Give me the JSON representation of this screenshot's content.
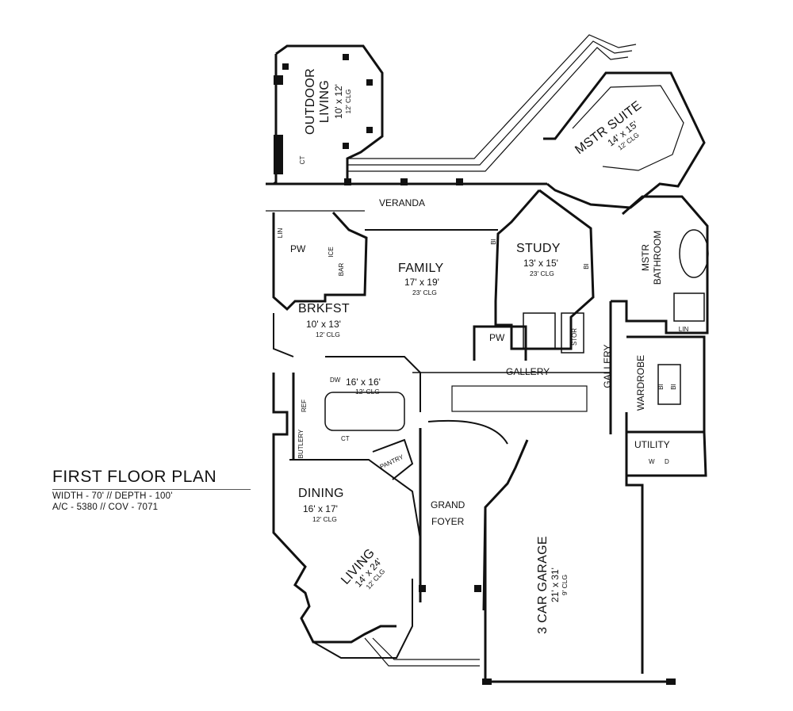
{
  "plan": {
    "title": "FIRST FLOOR PLAN",
    "dims": "WIDTH - 70' // DEPTH - 100'",
    "area": "A/C - 5380 // COV - 7071"
  },
  "rooms": {
    "outdoor": {
      "name1": "OUTDOOR",
      "name2": "LIVING",
      "size": "10' x 12'",
      "clg": "12' CLG"
    },
    "veranda": {
      "name": "VERANDA"
    },
    "mstr_suite": {
      "name": "MSTR SUITE",
      "size": "14' x 15'",
      "clg": "12' CLG"
    },
    "family": {
      "name": "FAMILY",
      "size": "17' x 19'",
      "clg": "23' CLG"
    },
    "study": {
      "name": "STUDY",
      "size": "13' x 15'",
      "clg": "23' CLG"
    },
    "mstr_bath": {
      "name1": "MSTR",
      "name2": "BATHROOM"
    },
    "brkfst": {
      "name": "BRKFST",
      "size": "10' x 13'",
      "clg": "12' CLG"
    },
    "kitchen": {
      "size": "16' x 16'",
      "clg": "12' CLG"
    },
    "gallery_h": {
      "name": "GALLERY"
    },
    "gallery_v": {
      "name": "GALLERY"
    },
    "wardrobe": {
      "name": "WARDROBE"
    },
    "utility": {
      "name": "UTILITY"
    },
    "dining": {
      "name": "DINING",
      "size": "16' x 17'",
      "clg": "12' CLG"
    },
    "grand_foyer": {
      "name1": "GRAND",
      "name2": "FOYER"
    },
    "living": {
      "name": "LIVING",
      "size": "14' x 24'",
      "clg": "12' CLG"
    },
    "garage": {
      "name": "3 CAR GARAGE",
      "size": "21' x 31'",
      "clg": "9' CLG"
    },
    "pw1": {
      "name": "PW"
    },
    "pw2": {
      "name": "PW"
    }
  },
  "labels": {
    "lin1": "LIN",
    "lin2": "LIN",
    "ice": "ICE",
    "bar": "BAR",
    "bi1": "BI",
    "bi2": "BI",
    "bi3": "BI",
    "bi4": "BI",
    "stor": "STOR",
    "dw": "DW",
    "ref": "REF",
    "butlery": "BUTLERY",
    "ct1": "CT",
    "ct2": "CT",
    "pantry": "PANTRY",
    "w": "W",
    "d": "D"
  }
}
